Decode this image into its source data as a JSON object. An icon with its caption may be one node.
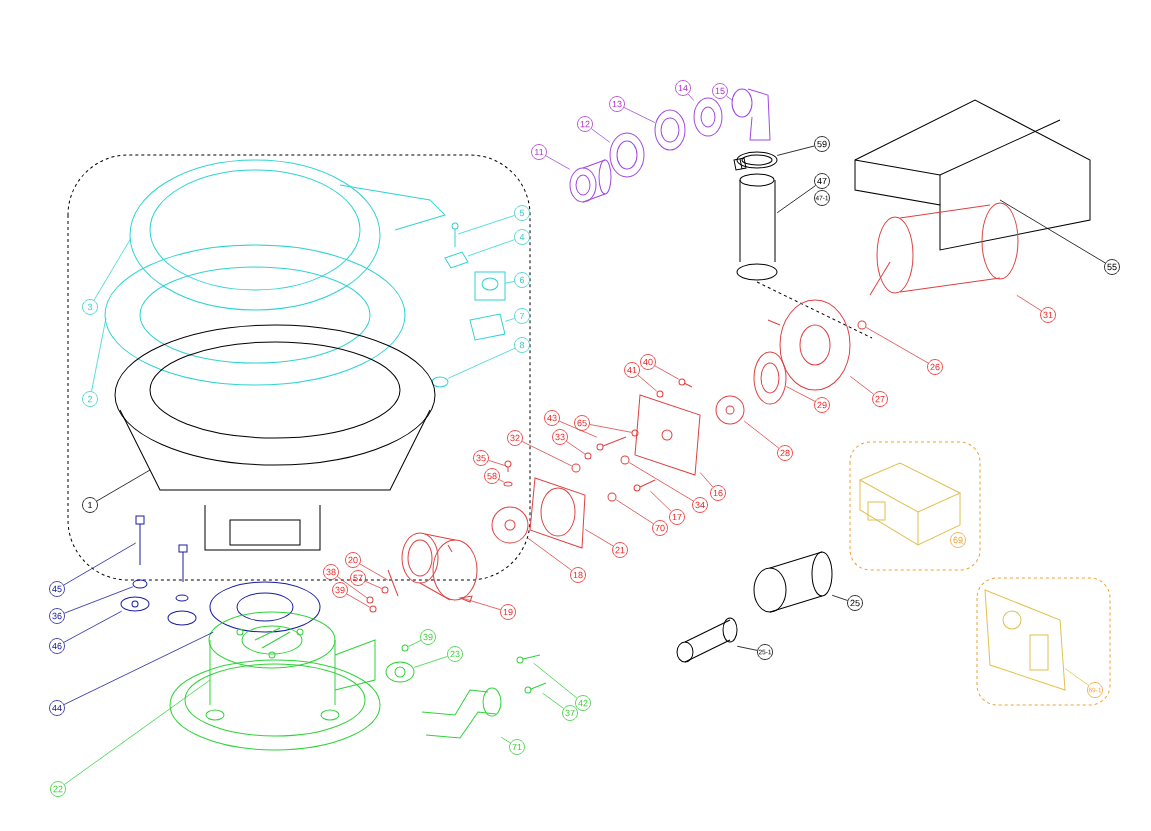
{
  "diagram": {
    "nodes": [
      {
        "text": [
          "15"
        ]
      },
      {
        "text": [
          "14"
        ]
      },
      {
        "text": [
          "13"
        ]
      },
      {
        "text": [
          "12"
        ]
      },
      {
        "text": [
          "11"
        ]
      },
      {
        "text": [
          "59"
        ]
      },
      {
        "text": [
          "47"
        ]
      },
      {
        "text": [
          "47-1"
        ]
      },
      {
        "text": [
          "5"
        ]
      },
      {
        "text": [
          "4"
        ]
      },
      {
        "text": [
          "55"
        ]
      },
      {
        "text": [
          "6"
        ]
      },
      {
        "text": [
          "3"
        ]
      },
      {
        "text": [
          "31"
        ]
      },
      {
        "text": [
          "7"
        ]
      },
      {
        "text": [
          "8"
        ]
      },
      {
        "text": [
          "40"
        ]
      },
      {
        "text": [
          "26"
        ]
      },
      {
        "text": [
          "41"
        ]
      },
      {
        "text": [
          "2"
        ]
      },
      {
        "text": [
          "27"
        ]
      },
      {
        "text": [
          "29"
        ]
      },
      {
        "text": [
          "43"
        ]
      },
      {
        "text": [
          "65"
        ]
      },
      {
        "text": [
          "33"
        ]
      },
      {
        "text": [
          "32"
        ]
      },
      {
        "text": [
          "28"
        ]
      },
      {
        "text": [
          "35"
        ]
      },
      {
        "text": [
          "58"
        ]
      },
      {
        "text": [
          "16"
        ]
      },
      {
        "text": [
          "1"
        ]
      },
      {
        "text": [
          "34"
        ]
      },
      {
        "text": [
          "17"
        ]
      },
      {
        "text": [
          "70"
        ]
      },
      {
        "text": [
          "69"
        ]
      },
      {
        "text": [
          "21"
        ]
      },
      {
        "text": [
          "20"
        ]
      },
      {
        "text": [
          "38"
        ]
      },
      {
        "text": [
          "18"
        ]
      },
      {
        "text": [
          "57"
        ]
      },
      {
        "text": [
          "39"
        ]
      },
      {
        "text": [
          "45"
        ]
      },
      {
        "text": [
          "25"
        ]
      },
      {
        "text": [
          "19"
        ]
      },
      {
        "text": [
          "36"
        ]
      },
      {
        "text": [
          "39"
        ]
      },
      {
        "text": [
          "46"
        ]
      },
      {
        "text": [
          "25-1"
        ]
      },
      {
        "text": [
          "23"
        ]
      },
      {
        "text": [
          "69-1"
        ]
      },
      {
        "text": [
          "42"
        ]
      },
      {
        "text": [
          "44"
        ]
      },
      {
        "text": [
          "37"
        ]
      },
      {
        "text": [
          "71"
        ]
      },
      {
        "text": [
          "22"
        ]
      },
      {
        "text": [],
        "shape": "picture"
      },
      {
        "text": [],
        "shape": "picture"
      },
      {
        "text": [],
        "shape": "picture"
      },
      {
        "text": [],
        "shape": "picture"
      },
      {
        "text": [],
        "shape": "picture"
      },
      {
        "text": [],
        "shape": "picture"
      },
      {
        "text": [],
        "shape": "picture"
      },
      {
        "text": [],
        "shape": "picture"
      },
      {
        "text": [],
        "shape": "picture"
      },
      {
        "text": [],
        "shape": "picture"
      },
      {
        "text": [],
        "shape": "picture"
      },
      {
        "text": [],
        "shape": "picture"
      },
      {
        "text": [],
        "shape": "picture"
      },
      {
        "text": [],
        "shape": "picture"
      },
      {
        "text": [],
        "shape": "picture"
      },
      {
        "text": [],
        "shape": "picture"
      },
      {
        "text": [],
        "shape": "picture"
      },
      {
        "text": [],
        "shape": "picture"
      },
      {
        "text": [],
        "shape": "picture"
      },
      {
        "text": [],
        "shape": "picture"
      },
      {
        "text": [],
        "shape": "picture"
      },
      {
        "text": [],
        "shape": "picture"
      },
      {
        "text": [],
        "shape": "picture"
      },
      {
        "text": [],
        "shape": "picture"
      },
      {
        "text": [],
        "shape": "picture"
      },
      {
        "text": [],
        "shape": "picture"
      },
      {
        "text": [],
        "shape": "picture"
      },
      {
        "text": [],
        "shape": "picture"
      },
      {
        "text": [],
        "shape": "picture"
      },
      {
        "text": [],
        "shape": "picture"
      },
      {
        "text": [],
        "shape": "picture"
      },
      {
        "text": [],
        "shape": "picture"
      },
      {
        "text": [],
        "shape": "picture"
      },
      {
        "text": [],
        "shape": "picture"
      },
      {
        "text": [],
        "shape": "picture"
      },
      {
        "text": [],
        "shape": "picture"
      },
      {
        "text": [],
        "shape": "picture"
      },
      {
        "text": [],
        "shape": "picture"
      },
      {
        "text": [],
        "shape": "picture"
      },
      {
        "text": [],
        "shape": "picture"
      },
      {
        "text": [],
        "shape": "picture"
      },
      {
        "text": [],
        "shape": "picture"
      },
      {
        "text": [],
        "shape": "picture"
      },
      {
        "text": [],
        "shape": "picture"
      },
      {
        "text": [],
        "shape": "picture"
      },
      {
        "text": [],
        "shape": "picture"
      },
      {
        "text": [],
        "shape": "picture"
      },
      {
        "text": [],
        "shape": "picture"
      },
      {
        "text": [],
        "shape": "picture"
      },
      {
        "text": [],
        "shape": "picture"
      },
      {
        "text": [],
        "shape": "picture"
      },
      {
        "text": [],
        "shape": "picture"
      },
      {
        "text": [],
        "shape": "picture"
      },
      {
        "text": [],
        "shape": "picture"
      }
    ],
    "edges": [
      {
        "from": 0,
        "to": 55,
        "arrow": "none",
        "color": "#aa33cc"
      },
      {
        "from": 1,
        "to": 56,
        "arrow": "none",
        "color": "#aa33cc"
      },
      {
        "from": 2,
        "to": 57,
        "arrow": "none",
        "color": "#aa33cc"
      },
      {
        "from": 3,
        "to": 58,
        "arrow": "none",
        "color": "#aa33cc"
      },
      {
        "from": 4,
        "to": 59,
        "arrow": "none",
        "color": "#aa33cc"
      },
      {
        "from": 5,
        "to": 60,
        "arrow": "none",
        "color": "#000000"
      },
      {
        "from": 6,
        "to": 61,
        "arrow": "none",
        "color": "#000000"
      },
      {
        "from": 8,
        "to": 62,
        "arrow": "none",
        "color": "#33cccc"
      },
      {
        "from": 9,
        "to": 63,
        "arrow": "none",
        "color": "#33cccc"
      },
      {
        "from": 10,
        "to": 64,
        "arrow": "none",
        "color": "#000000"
      },
      {
        "from": 11,
        "to": 65,
        "arrow": "none",
        "color": "#33cccc"
      },
      {
        "from": 12,
        "to": 66,
        "arrow": "none",
        "color": "#33cccc"
      },
      {
        "from": 13,
        "to": 67,
        "arrow": "none"
      },
      {
        "from": 14,
        "to": 68,
        "arrow": "none",
        "color": "#33cccc"
      },
      {
        "from": 15,
        "to": 69,
        "arrow": "none",
        "color": "#33cccc"
      },
      {
        "from": 16,
        "to": 70,
        "arrow": "none"
      },
      {
        "from": 17,
        "to": 71,
        "arrow": "none"
      },
      {
        "from": 18,
        "to": 72,
        "arrow": "none"
      },
      {
        "from": 19,
        "to": 73,
        "arrow": "none",
        "color": "#33cccc"
      },
      {
        "from": 20,
        "to": 74,
        "arrow": "none"
      },
      {
        "from": 21,
        "to": 75,
        "arrow": "none"
      },
      {
        "from": 22,
        "to": 76,
        "arrow": "none"
      },
      {
        "from": 23,
        "to": 77,
        "arrow": "none"
      },
      {
        "from": 24,
        "to": 78,
        "arrow": "none"
      },
      {
        "from": 25,
        "to": 79,
        "arrow": "none"
      },
      {
        "from": 26,
        "to": 80,
        "arrow": "none"
      },
      {
        "from": 27,
        "to": 81,
        "arrow": "none"
      },
      {
        "from": 28,
        "to": 82,
        "arrow": "none"
      },
      {
        "from": 29,
        "to": 83,
        "arrow": "none"
      },
      {
        "from": 30,
        "to": 84,
        "arrow": "none",
        "color": "#000000"
      },
      {
        "from": 31,
        "to": 85,
        "arrow": "none"
      },
      {
        "from": 32,
        "to": 86,
        "arrow": "none"
      },
      {
        "from": 33,
        "to": 87,
        "arrow": "none"
      },
      {
        "from": 34,
        "to": 88,
        "arrow": "none",
        "color": "#f0a030"
      },
      {
        "from": 35,
        "to": 89,
        "arrow": "none"
      },
      {
        "from": 36,
        "to": 90,
        "arrow": "none"
      },
      {
        "from": 37,
        "to": 91,
        "arrow": "none"
      },
      {
        "from": 38,
        "to": 92,
        "arrow": "none"
      },
      {
        "from": 39,
        "to": 93,
        "arrow": "none"
      },
      {
        "from": 40,
        "to": 94,
        "arrow": "none"
      },
      {
        "from": 41,
        "to": 95,
        "arrow": "none",
        "color": "#1a1aa0"
      },
      {
        "from": 42,
        "to": 96,
        "arrow": "none",
        "color": "#000000"
      },
      {
        "from": 43,
        "to": 97,
        "arrow": "none"
      },
      {
        "from": 44,
        "to": 98,
        "arrow": "none",
        "color": "#1a1aa0"
      },
      {
        "from": 45,
        "to": 99,
        "arrow": "none",
        "color": "#33cc33"
      },
      {
        "from": 46,
        "to": 100,
        "arrow": "none",
        "color": "#1a1aa0"
      },
      {
        "from": 47,
        "to": 101,
        "arrow": "none",
        "color": "#000000"
      },
      {
        "from": 48,
        "to": 102,
        "arrow": "none",
        "color": "#33cc33"
      },
      {
        "from": 49,
        "to": 103,
        "arrow": "none",
        "color": "#f0a030"
      },
      {
        "from": 50,
        "to": 104,
        "arrow": "none",
        "color": "#33cc33"
      },
      {
        "from": 51,
        "to": 105,
        "arrow": "none",
        "color": "#1a1aa0"
      },
      {
        "from": 52,
        "to": 106,
        "arrow": "none",
        "color": "#33cc33"
      },
      {
        "from": 53,
        "to": 107,
        "arrow": "none",
        "color": "#33cc33"
      },
      {
        "from": 54,
        "to": 108,
        "arrow": "none",
        "color": "#33cc33"
      }
    ]
  }
}
